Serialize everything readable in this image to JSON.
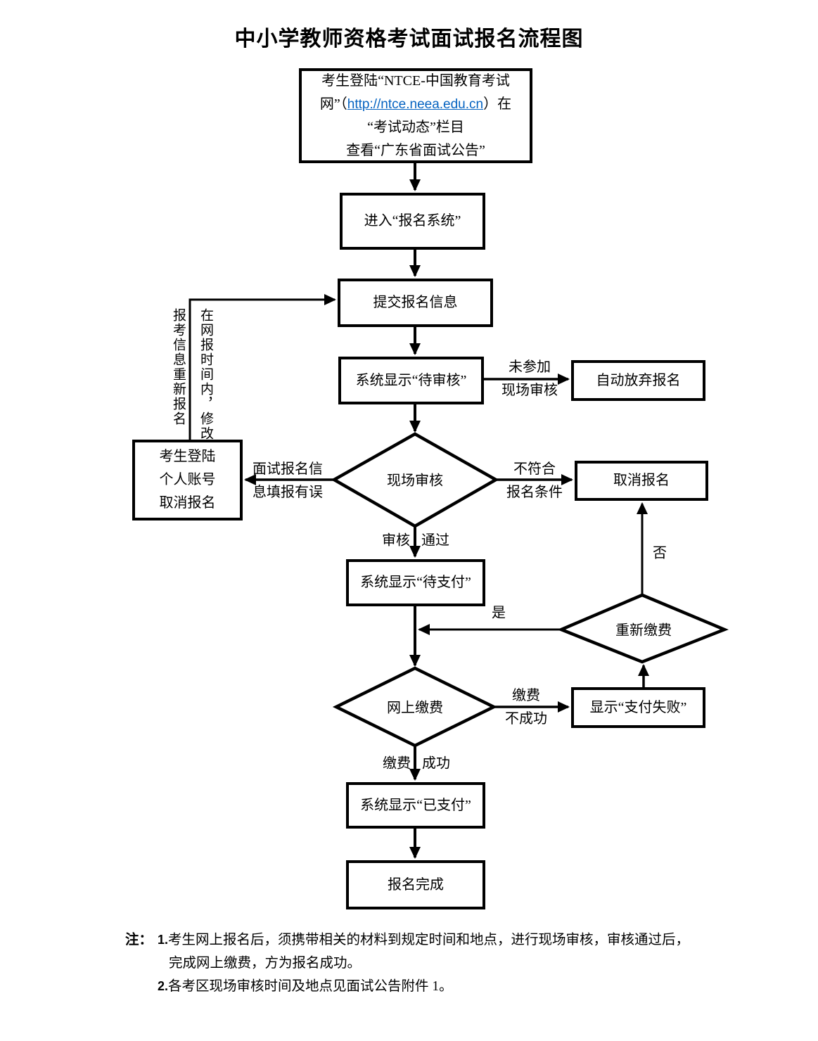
{
  "title": "中小学教师资格考试面试报名流程图",
  "colors": {
    "link": "#0563C1",
    "line": "#000000"
  },
  "nodes": {
    "login_box": {
      "line1": "考生登陆“NTCE-中国教育考试",
      "line2_pre": "网”（",
      "link_text": "http://ntce.neea.edu.cn",
      "line2_post": "）在",
      "line3": "“考试动态”栏目",
      "line4": "查看“广东省面试公告”"
    },
    "enter_system": "进入“报名系统”",
    "submit_info": "提交报名信息",
    "status_pending_review": "系统显示“待审核”",
    "auto_abandon": "自动放弃报名",
    "onsite_review": "现场审核",
    "cancel_via_account": {
      "line1": "考生登陆",
      "line2": "个人账号",
      "line3": "取消报名"
    },
    "cancel_registration": "取消报名",
    "status_pending_payment": "系统显示“待支付”",
    "repay_decision": "重新缴费",
    "online_payment": "网上缴费",
    "payment_failed": "显示“支付失败”",
    "status_paid": "系统显示“已支付”",
    "registration_complete": "报名完成"
  },
  "edge_labels": {
    "missed_onsite_line1": "未参加",
    "missed_onsite_line2": "现场审核",
    "info_error_line1": "面试报名信",
    "info_error_line2": "息填报有误",
    "not_qualified_line1": "不符合",
    "not_qualified_line2": "报名条件",
    "review_word": "审核",
    "pass_word": "通过",
    "yes": "是",
    "no": "否",
    "pay_word": "缴费",
    "fail_word": "不成功",
    "pay_word2": "缴费",
    "success_word": "成功",
    "vertical_right_col": "在网报时间内，修改",
    "vertical_left_col": "报考信息重新报名"
  },
  "notes": {
    "label": "注：",
    "item1_num": "1.",
    "item1_line1": "考生网上报名后，须携带相关的材料到规定时间和地点，进行现场审核，审核通过后，",
    "item1_line2": "完成网上缴费，方为报名成功。",
    "item2_num": "2.",
    "item2_text": "各考区现场审核时间及地点见面试公告附件 1。"
  }
}
